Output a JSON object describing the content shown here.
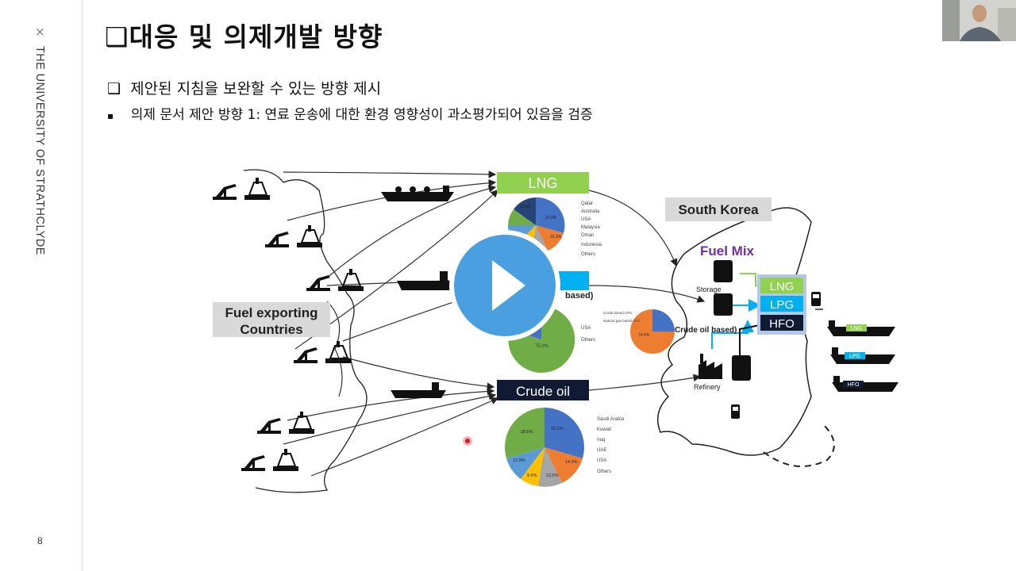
{
  "sidebar": {
    "close_icon": "×",
    "university": "THE UNIVERSITY OF STRATHCLYDE",
    "page_number": "8"
  },
  "slide": {
    "title_bullet": "❑",
    "title": "대응 및 의제개발 방향",
    "sub1_bullet": "❑",
    "sub1": "제안된 지침을 보완할 수 있는 방향 제시",
    "sub2_bullet": "▪",
    "sub2": "의제 문서 제안 방향 1: 연료 운송에  대한 환경 영향성이 과소평가되어 있음을 검증"
  },
  "diagram": {
    "exporters_label_line1": "Fuel exporting",
    "exporters_label_line2": "Countries",
    "lng_label": "LNG",
    "lpg_box_text": "based)",
    "crude_label": "Crude oil",
    "south_korea_label": "South Korea",
    "fuel_mix_label": "Fuel Mix",
    "storage_label": "Storage",
    "crude_oil_based_label": "Crude oil based)",
    "refinery_label": "Refinery",
    "mix_lng": "LNG",
    "mix_lpg": "LPG",
    "mix_hfo": "HFO",
    "ship_lng": "LNG",
    "ship_lpg": "LPG",
    "ship_hfo": "HFO",
    "lng_legend": [
      "Qatar",
      "Australia",
      "USA",
      "Malaysia",
      "Oman",
      "Indonesia",
      "Others"
    ],
    "lng_slice_labels": [
      "22.4%",
      "15.2%",
      "13.0%"
    ],
    "lpg_legend": [
      "USA",
      "Others"
    ],
    "lpg_slice_label": "75.0%",
    "lpg_type_legend": [
      "Crude based LPG",
      "Natural gas based LPG"
    ],
    "lpg_type_slice_label": "74.0%",
    "crude_legend": [
      "Saudi Arabia",
      "Kuwait",
      "Iraq",
      "UAE",
      "USA",
      "Others"
    ],
    "crude_slice_labels": [
      "28.6%",
      "14.3%",
      "12.5%",
      "9.5%",
      "12.9%",
      "22.2%"
    ]
  },
  "colors": {
    "lng_green": "#92d050",
    "lpg_blue": "#00b0f0",
    "dark_navy": "#111a33",
    "label_grey": "#d9d9d9",
    "fuel_mix_purple": "#7030a0",
    "play_blue": "#4a9fe0"
  },
  "icons": {
    "play": "play-icon",
    "laser_pointer": "laser-pointer-icon"
  }
}
